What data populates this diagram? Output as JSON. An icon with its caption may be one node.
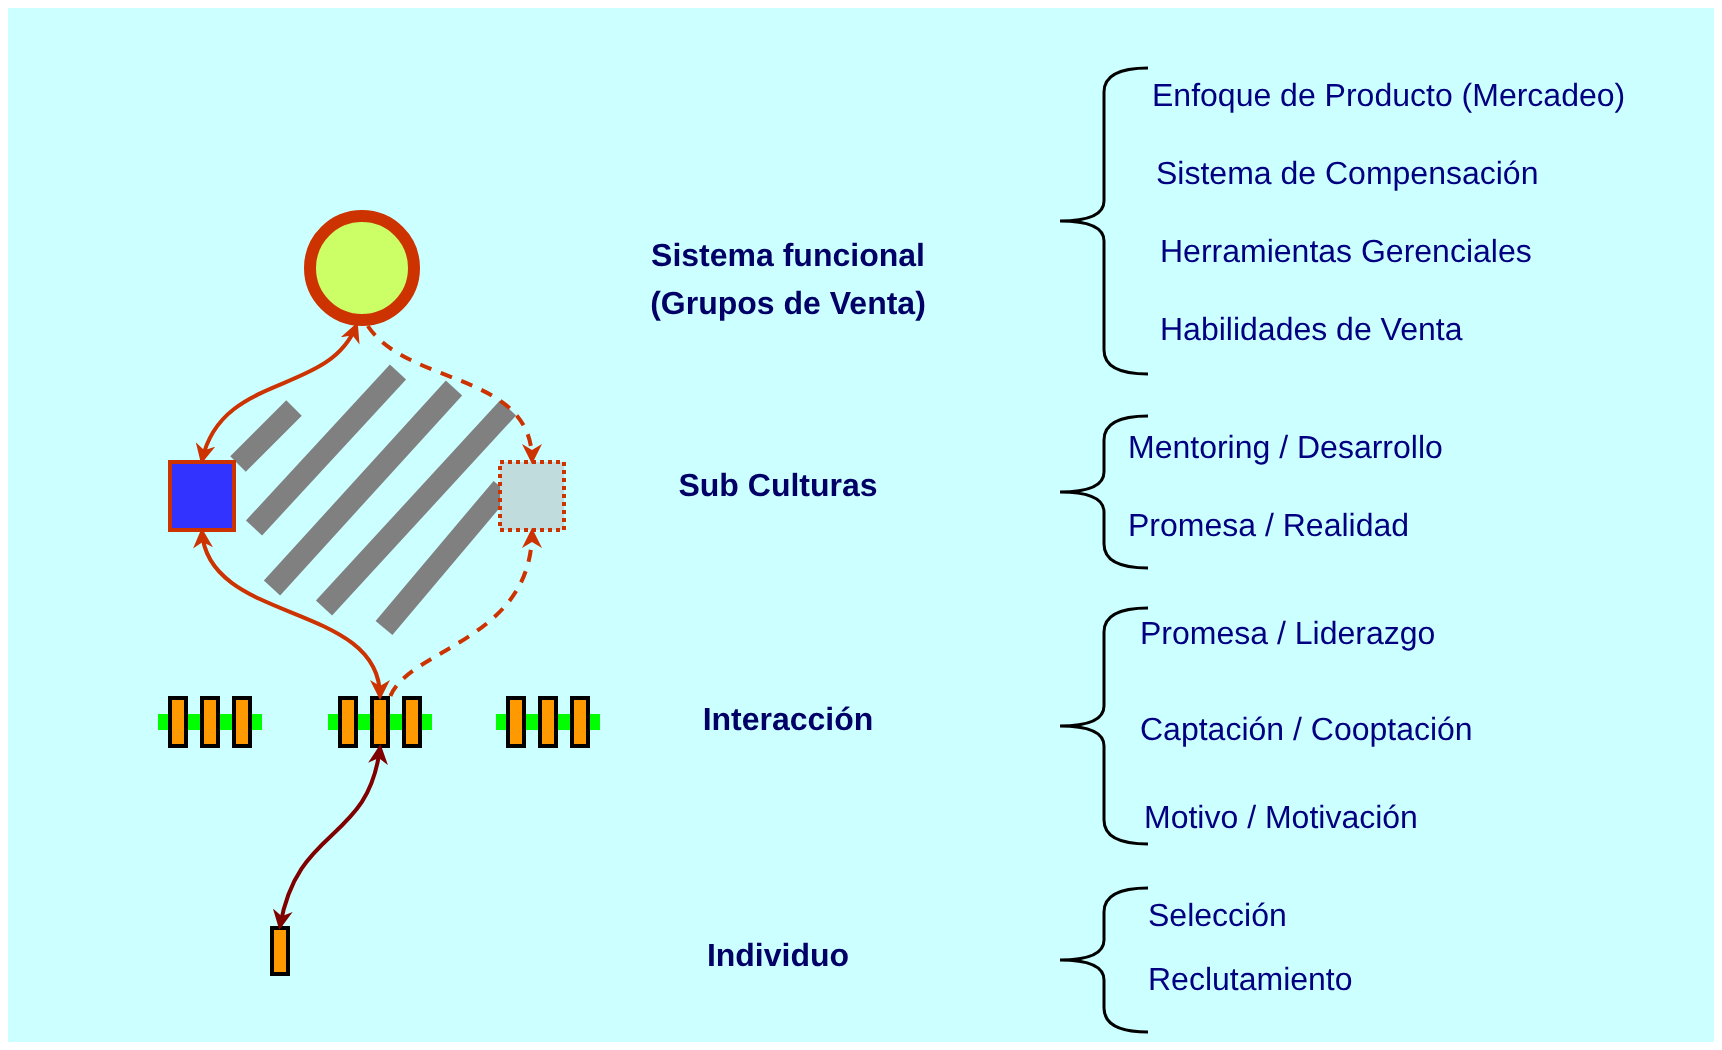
{
  "diagram": {
    "nodes": [
      {
        "text": [],
        "shape": "circle"
      },
      {
        "text": [],
        "shape": "box"
      },
      {
        "text": [],
        "shape": "box"
      },
      {
        "text": [],
        "shape": "bar"
      },
      {
        "text": [],
        "shape": "bar"
      },
      {
        "text": [],
        "shape": "bar"
      },
      {
        "text": [],
        "shape": "bar"
      }
    ],
    "edges": [
      {
        "from": 0,
        "to": 1,
        "arrow": "both"
      },
      {
        "from": 0,
        "to": 2,
        "arrow": "to",
        "style": "dashed"
      },
      {
        "from": 1,
        "to": 4,
        "arrow": "both"
      },
      {
        "from": 4,
        "to": 2,
        "arrow": "to",
        "style": "dashed"
      },
      {
        "from": 6,
        "to": 4,
        "arrow": "both",
        "color": "#800000"
      }
    ],
    "labels": [
      "Sistema funcional (Grupos de Venta)",
      "Enfoque de Producto (Mercadeo)",
      "Sistema de Compensación",
      "Herramientas Gerenciales",
      "Habilidades de Venta",
      "Sub Culturas",
      "Mentoring / Desarrollo",
      "Promesa / Realidad",
      "Interacción",
      "Promesa / Liderazgo",
      "Captación / Cooptación",
      "Motivo / Motivación",
      "Individuo",
      "Selección",
      "Reclutamiento"
    ]
  }
}
